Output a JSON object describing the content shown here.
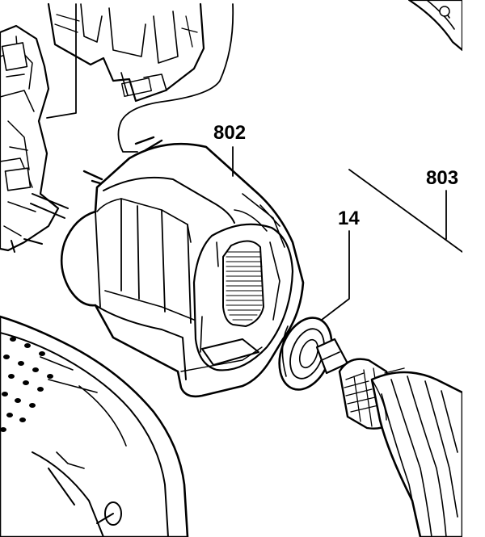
{
  "callouts": {
    "stator": "802",
    "bearing": "14",
    "armature": "803"
  }
}
